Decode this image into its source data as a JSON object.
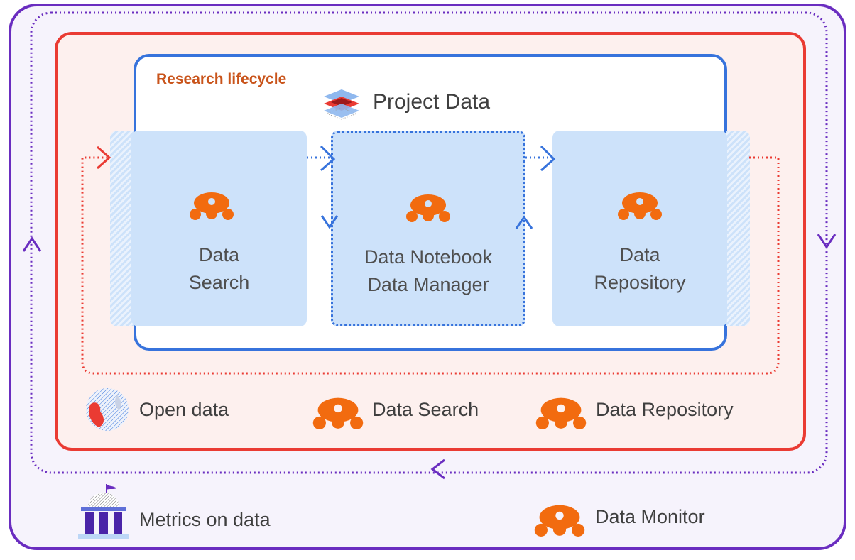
{
  "title": "Research lifecycle",
  "project_data": {
    "label": "Project Data",
    "icon": "layers-icon"
  },
  "stages": [
    {
      "label_line1": "Data",
      "label_line2": "Search",
      "icon": "mendeley-logo-icon"
    },
    {
      "label_line1": "Data Notebook",
      "label_line2": "Data Manager",
      "icon": "mendeley-logo-icon"
    },
    {
      "label_line1": "Data",
      "label_line2": "Repository",
      "icon": "mendeley-logo-icon"
    }
  ],
  "legend": {
    "open_data": {
      "label": "Open data",
      "icon": "open-data-icon"
    },
    "data_search": {
      "label": "Data Search",
      "icon": "mendeley-logo-icon"
    },
    "data_repository": {
      "label": "Data Repository",
      "icon": "mendeley-logo-icon"
    },
    "metrics": {
      "label": "Metrics on data",
      "icon": "institution-icon"
    },
    "data_monitor": {
      "label": "Data Monitor",
      "icon": "mendeley-logo-icon"
    }
  },
  "colors": {
    "purple": "#6a2dc0",
    "red": "#ea3b33",
    "blue": "#3773dc",
    "orange": "#f26b0f",
    "card": "#cde2fa",
    "title_orange": "#c9541b"
  }
}
